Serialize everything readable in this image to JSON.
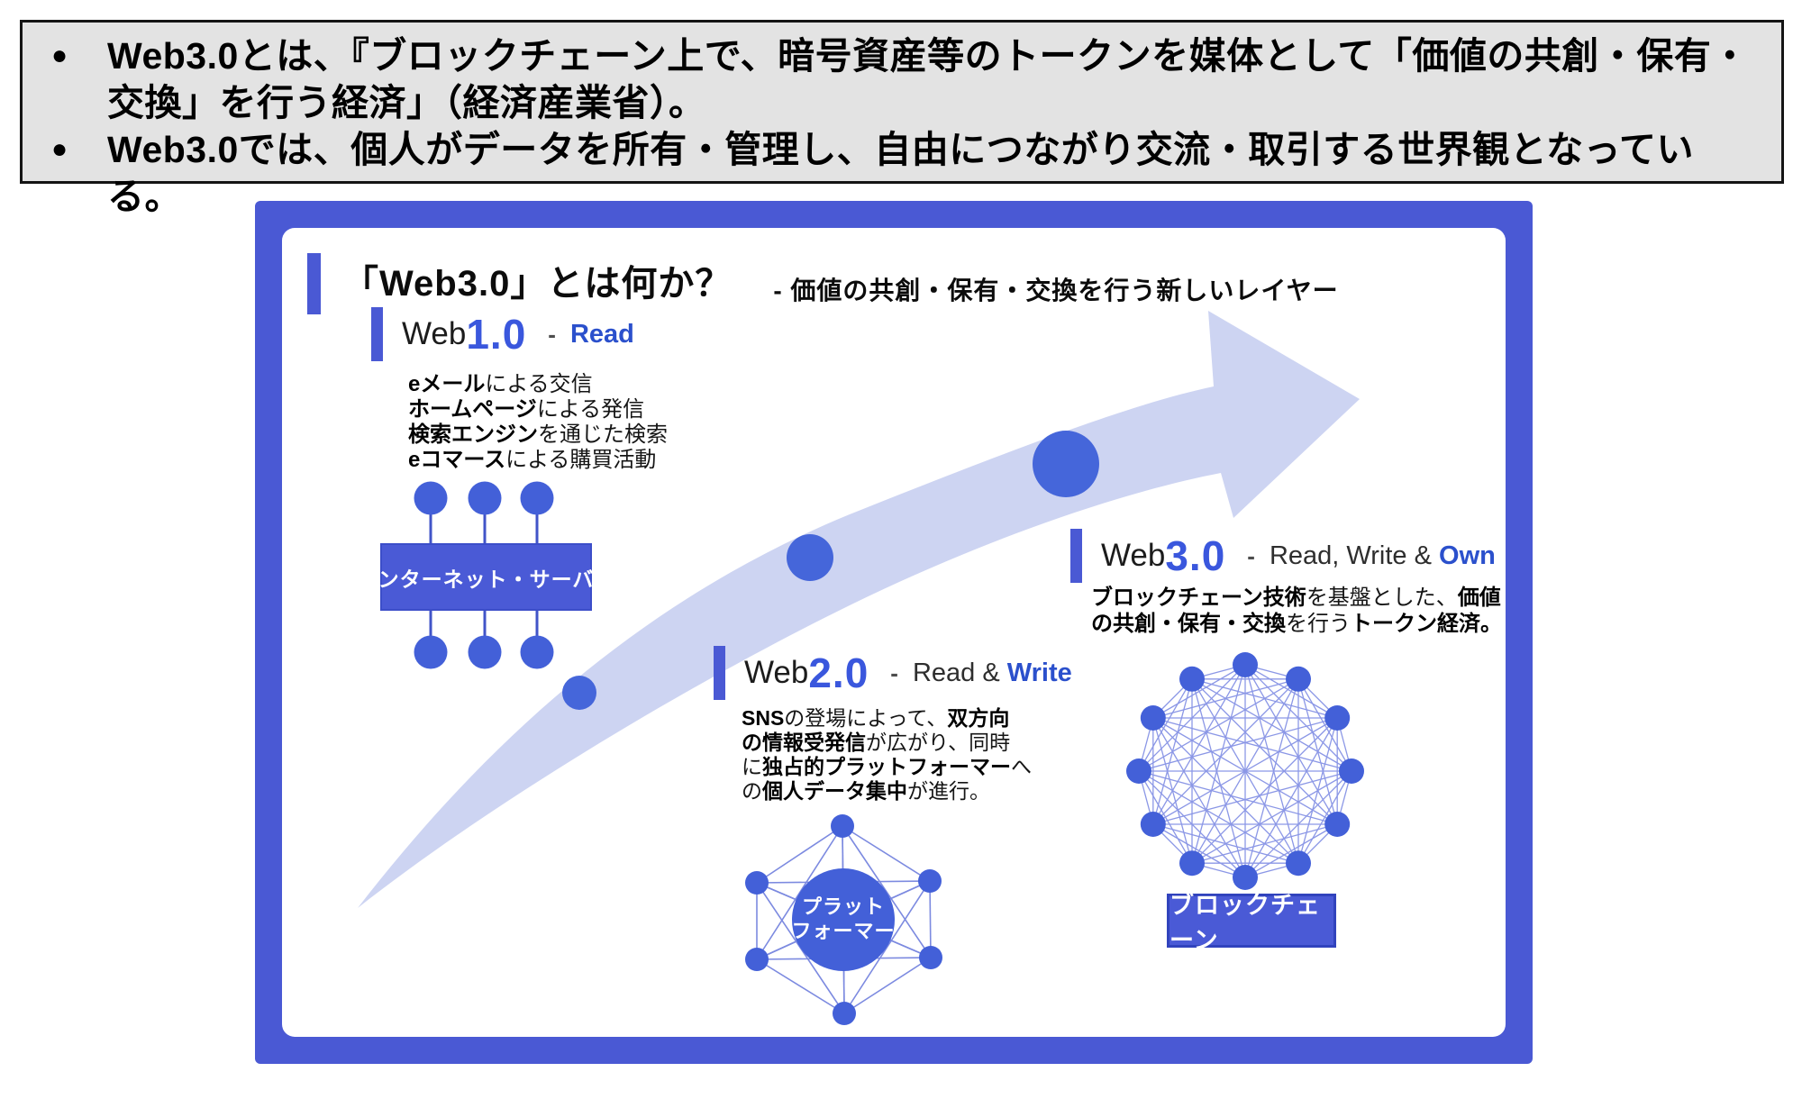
{
  "header": {
    "bullet_glyph": "●",
    "bullets": [
      "Web3.0とは、『ブロックチェーン上で、暗号資産等のトークンを媒体として「価値の共創・保有・交換」を行う経済」（経済産業省）。",
      "Web3.0では、個人がデータを所有・管理し、自由につながり交流・取引する世界観となっている。"
    ]
  },
  "slide": {
    "title": "「Web3.0」とは何か？",
    "subtitle": "- 価値の共創・保有・交換を行う新しいレイヤー",
    "sections": {
      "web1": {
        "name": "Web",
        "version": "1.0",
        "dash": "-",
        "kw_plain": "",
        "kw_accent": "Read",
        "lines": [
          {
            "b1": "eメール",
            "m": "による交信"
          },
          {
            "b1": "ホームページ",
            "m": "による発信"
          },
          {
            "b1": "検索エンジン",
            "m": "を通じた検索"
          },
          {
            "b1": "eコマース",
            "m": "による購買活動"
          }
        ]
      },
      "web2": {
        "name": "Web",
        "version": "2.0",
        "dash": "-",
        "kw_plain": "Read & ",
        "kw_accent": "Write",
        "lines": [
          {
            "pre": "",
            "b1": "SNS",
            "m": "の登場によって、",
            "b2": "双方向"
          },
          {
            "pre": "",
            "b1": "の情報受発信",
            "m": "が広がり、同時",
            "b2": ""
          },
          {
            "pre": "に",
            "b1": "独占的プラットフォーマー",
            "m": "へ",
            "b2": ""
          },
          {
            "pre": "の",
            "b1": "個人データ集中",
            "m": "が進行。",
            "b2": ""
          }
        ]
      },
      "web3": {
        "name": "Web",
        "version": "3.0",
        "dash": "-",
        "kw_plain": "Read, Write & ",
        "kw_accent": "Own",
        "lines": [
          {
            "pre": "",
            "b1": "ブロックチェーン技術",
            "m": "を基盤とした、",
            "b2": "価値"
          },
          {
            "pre": "",
            "b1": "の共創・保有・交換",
            "m": "を行う",
            "b2": "トークン経済。"
          }
        ]
      }
    },
    "labels": {
      "server": "インターネット・サーバー",
      "platformer_line1": "プラット",
      "platformer_line2": "フォーマー",
      "blockchain": "ブロックチェーン"
    },
    "colors": {
      "primary_blue": "#4a59d4",
      "node_blue": "#4360d8",
      "dot_blue": "#4566da",
      "arrow_fill": "#cdd4f2",
      "version_blue": "#3a57dd",
      "keyword_blue": "#2b50cc",
      "server_line": "#4154c8",
      "platform_line": "#7c8ae0",
      "mesh_line": "#8b97e6"
    }
  }
}
